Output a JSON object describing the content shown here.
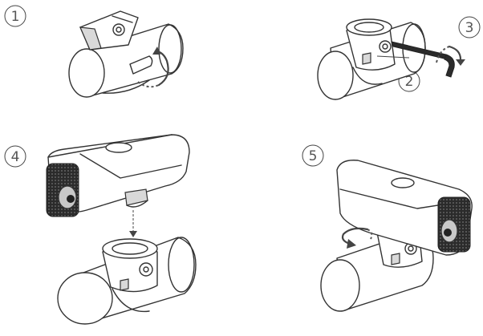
{
  "steps": [
    {
      "number": "1"
    },
    {
      "number": "2"
    },
    {
      "number": "3"
    },
    {
      "number": "4"
    },
    {
      "number": "5"
    }
  ],
  "colors": {
    "line": "#333333",
    "background": "#ffffff",
    "grille": "#2b2b2b",
    "lens": "#c8c8c8"
  }
}
